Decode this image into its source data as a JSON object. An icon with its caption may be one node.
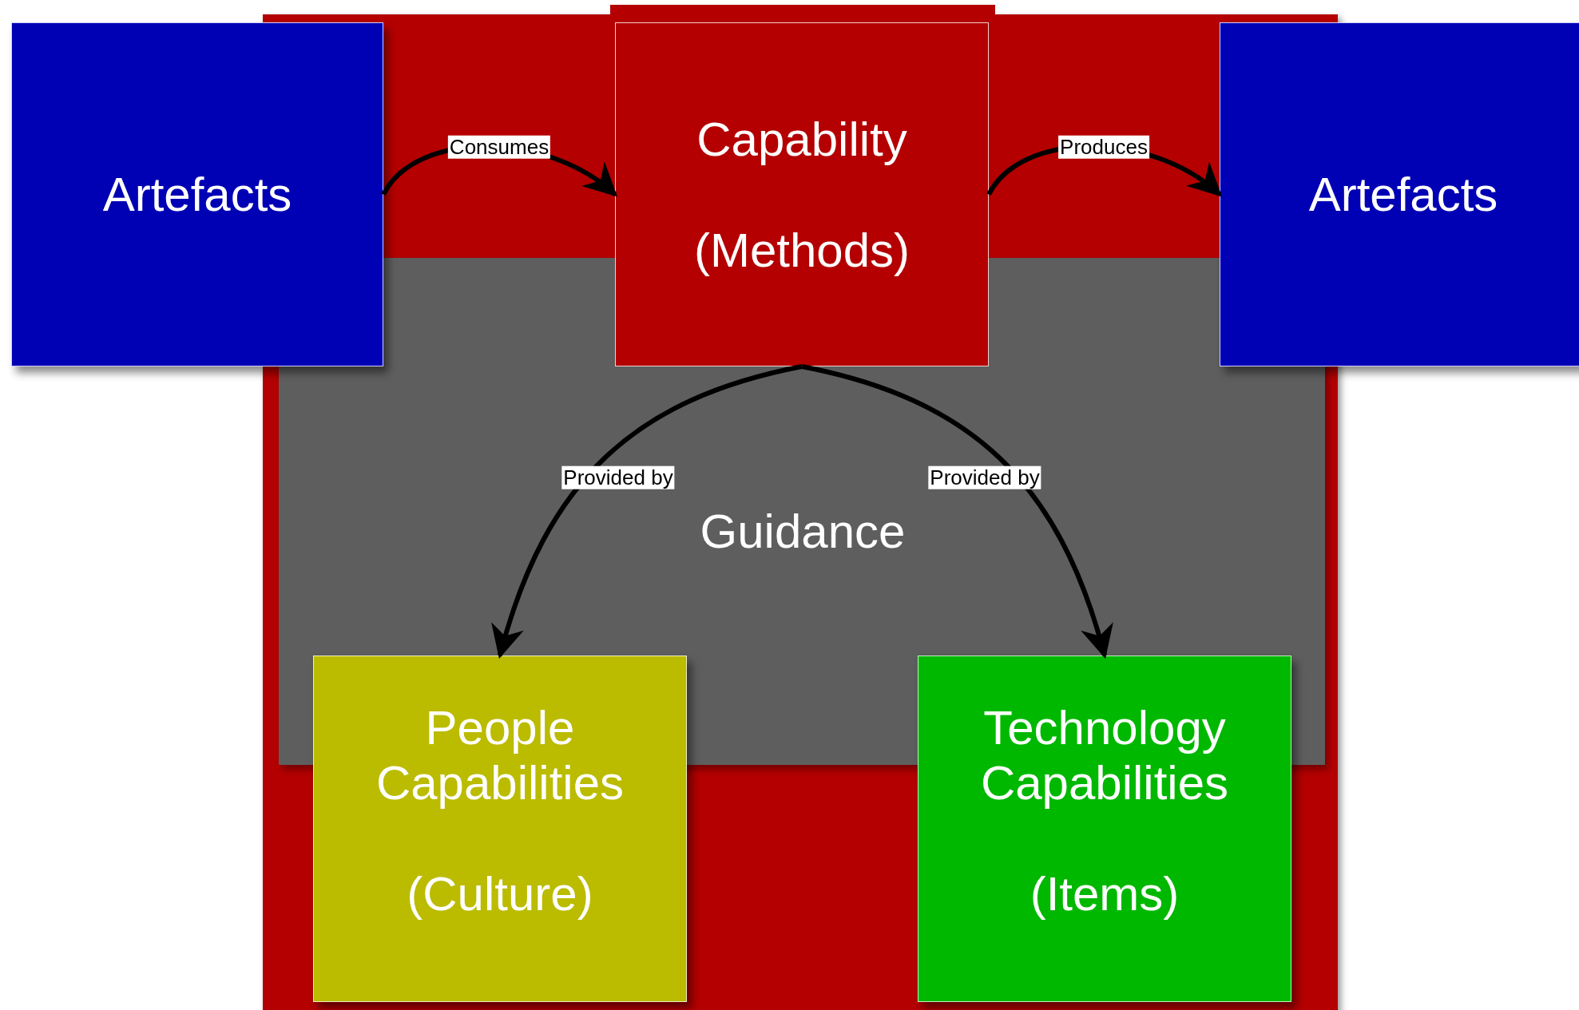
{
  "diagram": {
    "nodes": [
      {
        "text": [
          "Artefacts"
        ]
      },
      {
        "text": [
          "Capability",
          "(Methods)"
        ]
      },
      {
        "text": [
          "Artefacts"
        ]
      },
      {
        "text": [
          "Guidance"
        ]
      },
      {
        "text": [
          "People Capabilities",
          "(Culture)"
        ]
      },
      {
        "text": [
          "Technology Capabilities",
          "(Items)"
        ]
      }
    ],
    "edges": [
      {
        "from": 0,
        "to": 1,
        "label": "Consumes",
        "arrow": "to"
      },
      {
        "from": 1,
        "to": 2,
        "label": "Produces",
        "arrow": "to"
      },
      {
        "from": 1,
        "to": 4,
        "label": "Provided by",
        "arrow": "to"
      },
      {
        "from": 1,
        "to": 5,
        "label": "Provided by",
        "arrow": "to"
      }
    ]
  }
}
